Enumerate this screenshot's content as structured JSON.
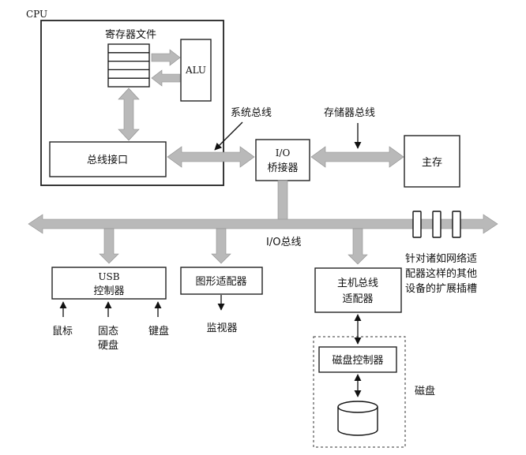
{
  "labels": {
    "cpu": "CPU",
    "register_file": "寄存器文件",
    "alu": "ALU",
    "bus_interface": "总线接口",
    "system_bus": "系统总线",
    "memory_bus": "存储器总线",
    "io_bridge_line1": "I/O",
    "io_bridge_line2": "桥接器",
    "main_memory": "主存",
    "io_bus": "I/O总线",
    "usb_line1": "USB",
    "usb_line2": "控制器",
    "graphics_adapter": "图形适配器",
    "host_bus_line1": "主机总线",
    "host_bus_line2": "适配器",
    "expansion_line1": "针对诸如网络适",
    "expansion_line2": "配器这样的其他",
    "expansion_line3": "设备的扩展插槽",
    "mouse": "鼠标",
    "ssd_line1": "固态",
    "ssd_line2": "硬盘",
    "keyboard": "键盘",
    "monitor": "监视器",
    "disk_controller": "磁盘控制器",
    "disk": "磁盘"
  }
}
